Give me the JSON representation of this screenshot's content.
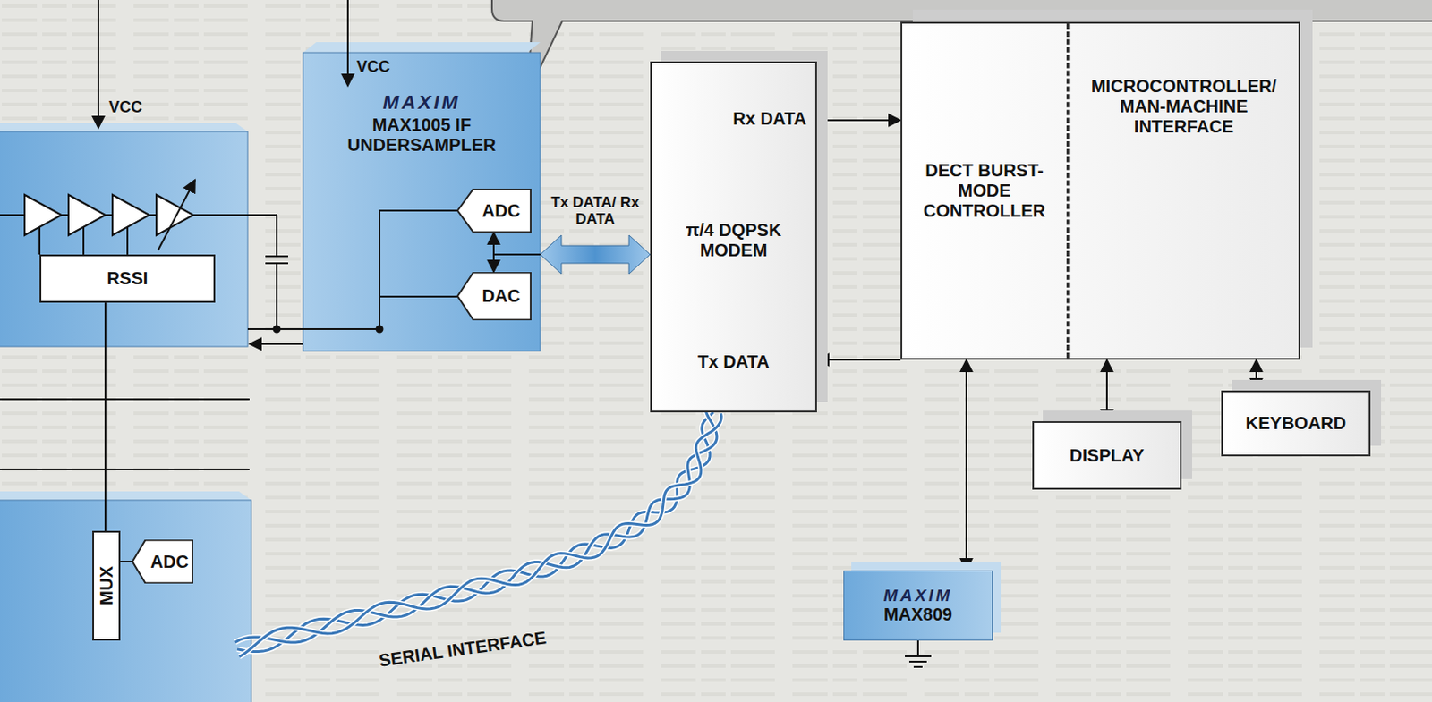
{
  "diagram": {
    "nodes": [
      {
        "text": [
          "RSSI"
        ]
      },
      {
        "text": [
          "MAXIM",
          "MAX1005 IF UNDERSAMPLER"
        ]
      },
      {
        "text": [
          "ADC"
        ],
        "in": 1
      },
      {
        "text": [
          "DAC"
        ],
        "in": 1
      },
      {
        "text": [
          "Rx DATA",
          "π/4 DQPSK MODEM",
          "Tx DATA"
        ]
      },
      {
        "text": [
          "DECT BURST-MODE CONTROLLER",
          "MICROCONTROLLER/ MAN-MACHINE INTERFACE"
        ]
      },
      {
        "text": [
          "MAXIM",
          "MAX809"
        ]
      },
      {
        "text": [
          "DISPLAY"
        ]
      },
      {
        "text": [
          "KEYBOARD"
        ]
      },
      {
        "text": [
          "MUX"
        ]
      },
      {
        "text": [
          "ADC"
        ]
      }
    ],
    "edges": [
      {
        "from": 1,
        "to": 4,
        "label": "Tx DATA/ Rx DATA",
        "arrow": "both"
      },
      {
        "from": 2,
        "to": 3,
        "arrow": "both"
      },
      {
        "from": 4,
        "to": 5,
        "arrow": "to"
      },
      {
        "from": 5,
        "to": 4,
        "arrow": "to"
      },
      {
        "from": 5,
        "to": 6,
        "arrow": "both"
      },
      {
        "from": 5,
        "to": 7,
        "arrow": "both"
      },
      {
        "from": 5,
        "to": 8,
        "arrow": "both"
      },
      {
        "from": 9,
        "to": 10,
        "arrow": "none"
      },
      {
        "from": 0,
        "to": 9,
        "arrow": "none"
      }
    ],
    "labels": [
      "VCC",
      "VCC",
      "SERIAL INTERFACE"
    ]
  }
}
